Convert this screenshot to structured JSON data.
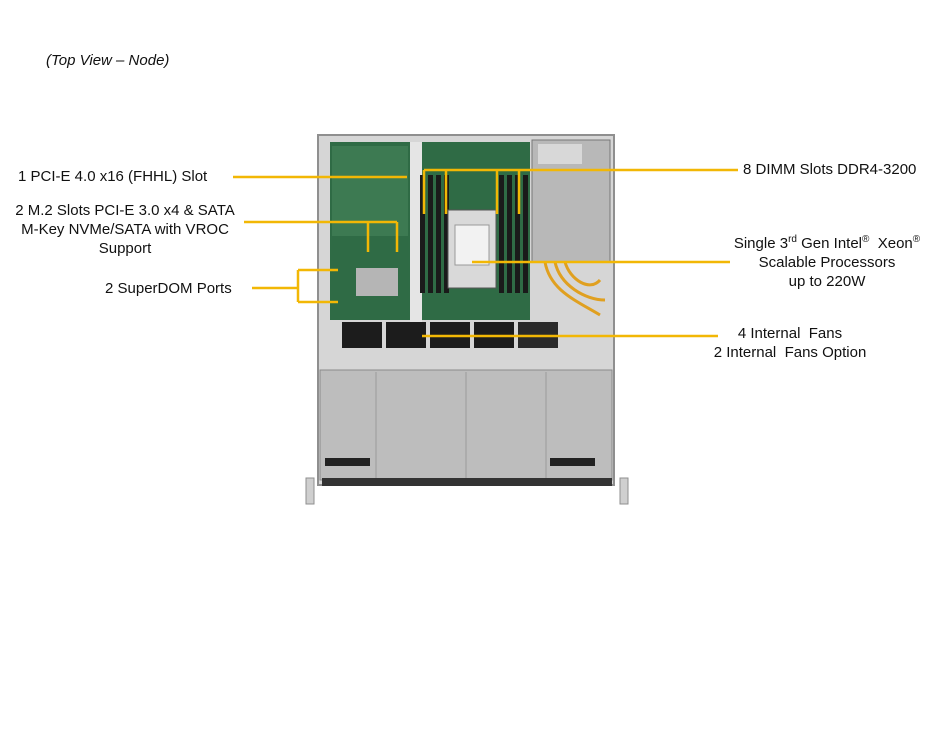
{
  "caption": "(Top View – Node)",
  "callouts": {
    "pcie_slot": "1 PCI-E 4.0 x16 (FHHL) Slot",
    "m2_line1": "2 M.2 Slots PCI-E 3.0 x4 & SATA",
    "m2_line2": "M-Key NVMe/SATA with VROC",
    "m2_line3": "Support",
    "superdom": "2 SuperDOM Ports",
    "dimm": "8 DIMM Slots DDR4-3200",
    "cpu_line1_a": "Single 3",
    "cpu_line1_sup": "rd",
    "cpu_line1_b": " Gen Intel",
    "cpu_reg1": "®",
    "cpu_line1_c": "  Xeon",
    "cpu_reg2": "®",
    "cpu_line2": "Scalable Processors",
    "cpu_line3": "up to 220W",
    "fans_line1": "4 Internal  Fans",
    "fans_line2": "2 Internal  Fans Option"
  },
  "colors": {
    "leader_line": "#f2b705",
    "chassis": "#c9c9c9",
    "board": "#2f6b45",
    "fan": "#1c1c1c",
    "psu": "#b8b8b8"
  }
}
